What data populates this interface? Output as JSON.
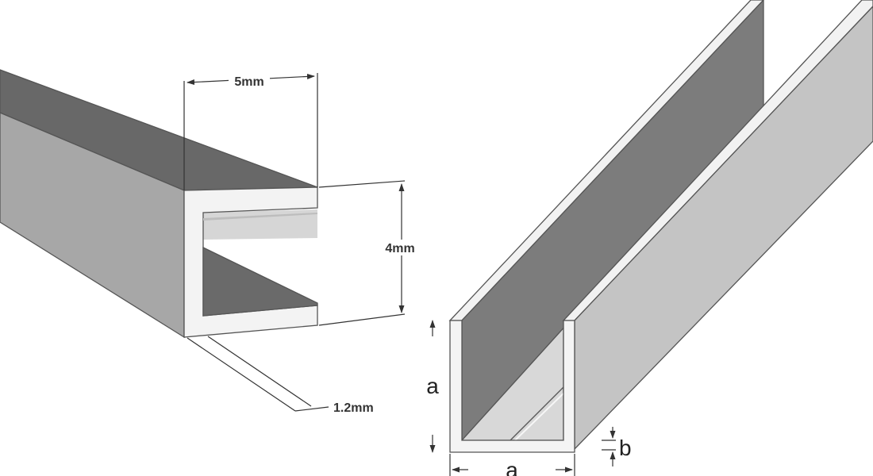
{
  "left_profile": {
    "width_label": "5mm",
    "height_label": "4mm",
    "thickness_label": "1.2mm"
  },
  "right_profile": {
    "height_label": "a",
    "width_label": "a",
    "thickness_label": "b"
  },
  "colors": {
    "dark_face": "#666666",
    "side_face": "#a9a9a9",
    "light_face": "#c9c9c9",
    "edge_face": "#f4f4f4",
    "inner_face": "#888888",
    "line": "#333333"
  }
}
